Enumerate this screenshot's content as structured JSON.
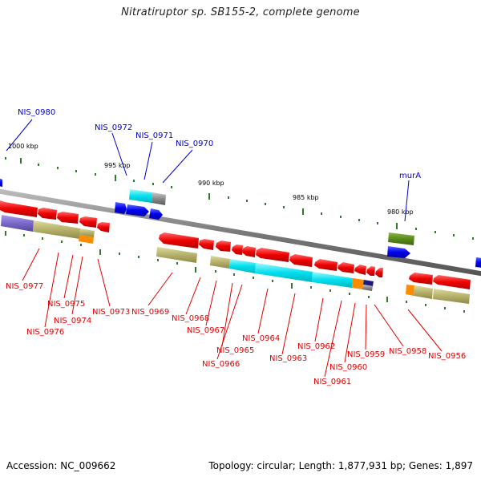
{
  "title": "Nitratiruptor sp. SB155-2, complete genome",
  "footer": {
    "accession": "Accession: NC_009662",
    "info": "Topology: circular; Length: 1,877,931 bp; Genes: 1,897"
  },
  "ruler_labels": [
    "1000 kbp",
    "995 kbp",
    "990 kbp",
    "985 kbp",
    "980 kbp"
  ],
  "gene_labels_top": [
    "NIS_0980",
    "NIS_0972",
    "NIS_0971",
    "NIS_0970",
    "murA"
  ],
  "gene_labels_bottom": [
    "NIS_0977",
    "NIS_0976",
    "NIS_0975",
    "NIS_0974",
    "NIS_0973",
    "NIS_0969",
    "NIS_0968",
    "NIS_0967",
    "NIS_0965",
    "NIS_0966",
    "NIS_0964",
    "NIS_0963",
    "NIS_0962",
    "NIS_0961",
    "NIS_0960",
    "NIS_0959",
    "NIS_0958",
    "NIS_0956"
  ],
  "colors": {
    "forward_gene": "#0000ee",
    "reverse_gene": "#ee0000",
    "backbone": "#808080",
    "cyan_feature": "#00e5ee",
    "olive_feature": "#b5b06a",
    "green_feature": "#5a8a1a",
    "purple_feature": "#7b68c8",
    "orange_feature": "#ff8c00"
  }
}
